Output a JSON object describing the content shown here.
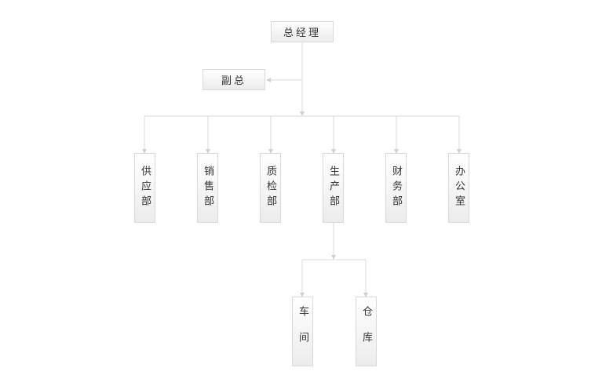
{
  "org": {
    "root": "总经理",
    "deputy": "副总",
    "departments": [
      "供应部",
      "销售部",
      "质检部",
      "生产部",
      "财务部",
      "办公室"
    ],
    "production_units": [
      "车间",
      "仓库"
    ]
  },
  "colors": {
    "line": "#d9d9d9",
    "box_border": "#d9d9d9",
    "text": "#333333"
  }
}
